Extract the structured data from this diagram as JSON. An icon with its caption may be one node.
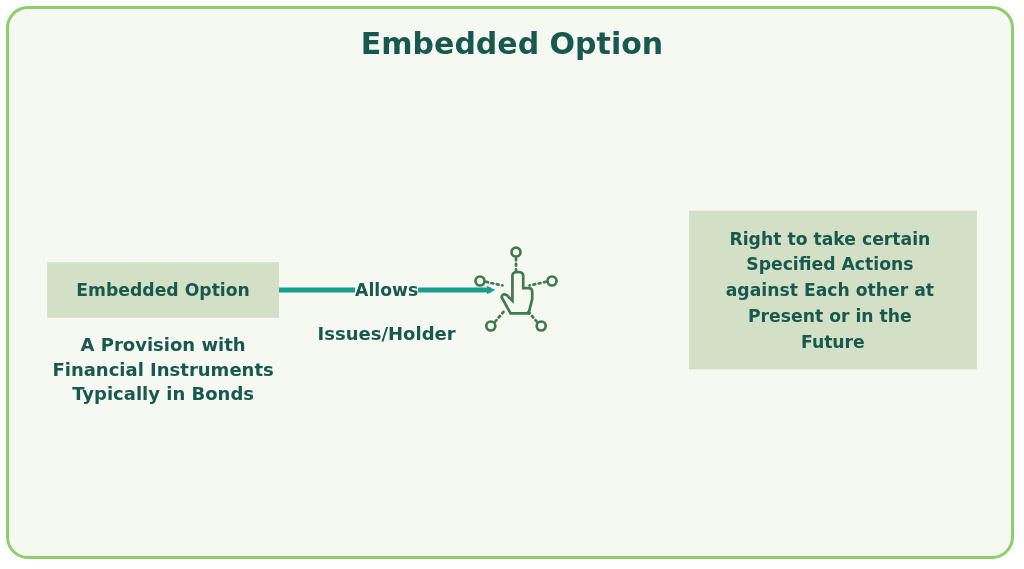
{
  "diagram": {
    "title": "Embedded Option",
    "nodes": [
      {
        "text": [
          "Embedded Option"
        ],
        "beside": [
          "A Provision with Financial Instruments Typically in Bonds"
        ]
      },
      {
        "text": [],
        "shape": "picture"
      },
      {
        "text": [
          "Right to take certain Specified Actions against Each other at Present or in the Future"
        ]
      }
    ],
    "edges": [
      {
        "from": 0,
        "to": 1,
        "arrow": "to",
        "label": "Allows"
      }
    ],
    "labels": [
      "Issues/Holder"
    ]
  }
}
